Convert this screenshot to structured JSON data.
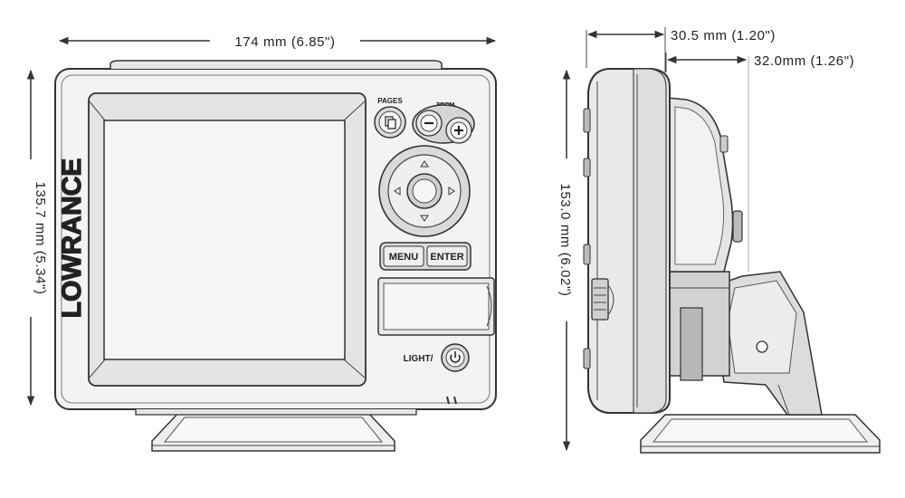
{
  "front_view": {
    "width_dimension": "174 mm (6.85\")",
    "height_dimension": "135.7 mm (5.34\")",
    "brand": "LOWRANCE",
    "pages_label": "PAGES",
    "zoom_label": "ZOOM",
    "menu_label": "MENU",
    "enter_label": "ENTER",
    "light_label": "LIGHT/"
  },
  "side_view": {
    "depth_dimension_1": "30.5 mm (1.20\")",
    "depth_dimension_2": "32.0mm (1.26\")",
    "height_dimension": "153.0 mm (6.02\")"
  },
  "icons": [
    "pages-icon",
    "zoom-minus-icon",
    "zoom-plus-icon",
    "arrow-up-icon",
    "arrow-down-icon",
    "arrow-left-icon",
    "arrow-right-icon",
    "power-icon"
  ],
  "colors": {
    "line": "#333333",
    "fill_light": "#f4f4f4",
    "fill_mid": "#d9d9d9",
    "fill_dark": "#b5b5b5"
  }
}
